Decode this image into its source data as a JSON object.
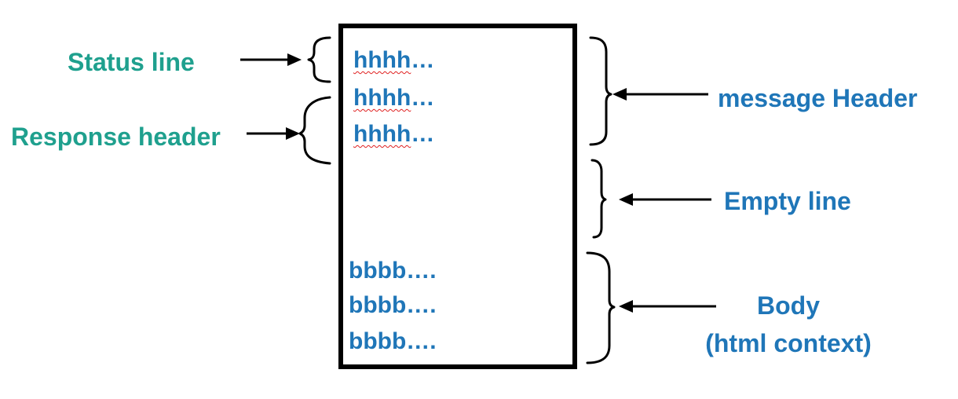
{
  "left_labels": {
    "status_line": "Status line",
    "response_header": "Response header"
  },
  "right_labels": {
    "message_header": "message Header",
    "empty_line": "Empty line",
    "body_line1": "Body",
    "body_line2": "(html context)"
  },
  "box": {
    "header_lines": [
      {
        "word": "hhhh",
        "dots": "…"
      },
      {
        "word": "hhhh",
        "dots": "…"
      },
      {
        "word": "hhhh",
        "dots": "…"
      }
    ],
    "body_lines": [
      "bbbb….",
      "bbbb….",
      "bbbb…."
    ]
  },
  "colors": {
    "left_labels": "#1fa08e",
    "right_labels": "#1f76b8",
    "box_text": "#1f76b8",
    "outline": "#000000",
    "spellcheck_underline": "#e02020"
  }
}
